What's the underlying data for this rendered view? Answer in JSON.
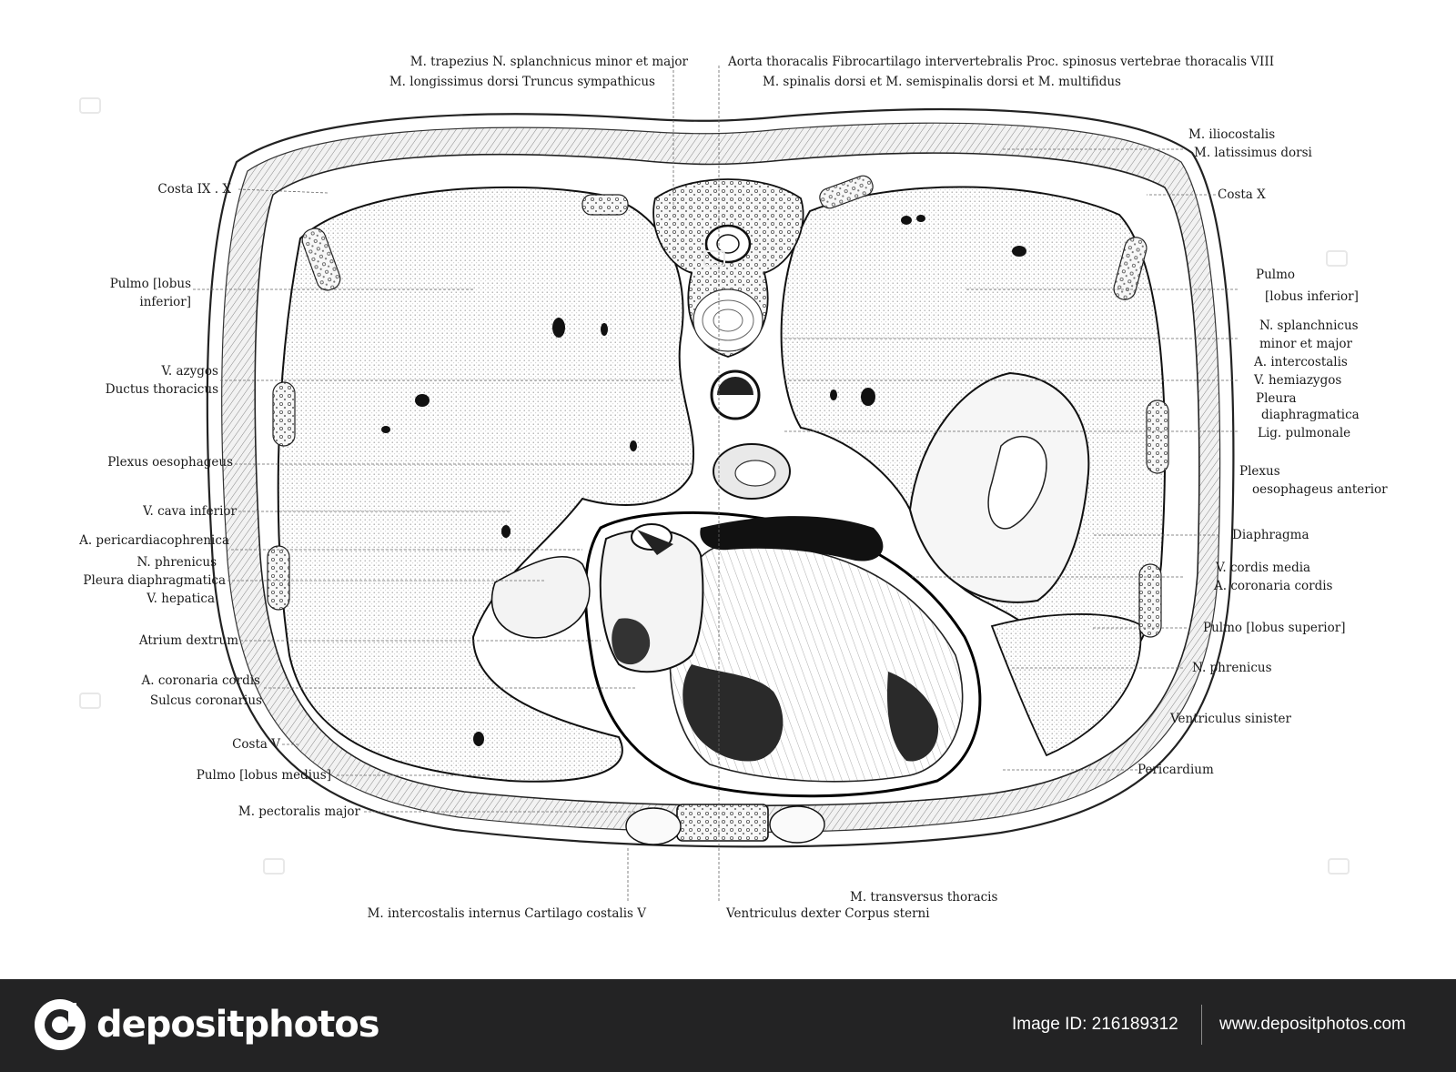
{
  "labels": {
    "top_left_1": "M. trapezius  N. splanchnicus minor et major",
    "top_left_2": "M. longissimus dorsi  Truncus sympathicus",
    "top_right_1": "Aorta thoracalis  Fibrocartilago intervertebralis  Proc. spinosus vertebrae thoracalis VIII",
    "top_right_2": "M. spinalis dorsi et  M. semispinalis dorsi et  M. multifidus",
    "costa_ix_x": "Costa IX . X",
    "pulmo_lobus_inferior_left_1": "Pulmo [lobus",
    "pulmo_lobus_inferior_left_2": "inferior]",
    "v_azygos": "V. azygos",
    "ductus_thoracicus": "Ductus  thoracicus",
    "plexus_oesophageus": "Plexus  oesophageus",
    "v_cava_inferior": "V. cava inferior",
    "a_pericardiacophrenica": "A. pericardiacophrenica",
    "n_phrenicus_left": "N. phrenicus",
    "pleura_diaphragmatica_left": "Pleura diaphragmatica",
    "v_hepatica": "V. hepatica",
    "atrium_dextrum": "Atrium dextrum",
    "a_coronaria_cordis_left": "A. coronaria cordis",
    "sulcus_coronarius": "Sulcus coronarius",
    "costa_v": "Costa V",
    "pulmo_lobus_medius": "Pulmo [lobus medius]",
    "m_pectoralis_major": "M. pectoralis major",
    "m_iliocostalis": "M. iliocostalis",
    "m_latissimus_dorsi": "M. latissimus dorsi",
    "costa_x": "Costa X",
    "pulmo_right_1": "Pulmo",
    "pulmo_right_2": "[lobus inferior]",
    "n_splanchnicus_right_1": "N. splanchnicus",
    "n_splanchnicus_right_2": "minor et major",
    "a_intercostalis": "A. intercostalis",
    "v_hemiazygos": "V. hemiazygos",
    "pleura_diaphragmatica_right_1": "Pleura",
    "pleura_diaphragmatica_right_2": "diaphragmatica",
    "lig_pulmonale": "Lig. pulmonale",
    "plexus_oesophageus_anterior_1": "Plexus",
    "plexus_oesophageus_anterior_2": "oesophageus anterior",
    "diaphragma": "Diaphragma",
    "v_cordis_media": "V. cordis media",
    "a_coronaria_cordis_right": "A. coronaria cordis",
    "pulmo_lobus_superior": "Pulmo [lobus superior]",
    "n_phrenicus_right": "N. phrenicus",
    "ventriculus_sinister": "Ventriculus sinister",
    "pericardium": "Pericardium",
    "m_transversus_thoracis": "M. transversus thoracis",
    "bottom_left": "M. intercostalis internus  Cartilago costalis V",
    "bottom_right": "Ventriculus dexter  Corpus sterni"
  },
  "footer": {
    "brand": "depositphotos",
    "image_id": "Image ID: 216189312",
    "site": "www.depositphotos.com"
  },
  "colors": {
    "footer_bg": "#232324",
    "ink": "#1a1a1a",
    "stipple": "#e4e4e4"
  }
}
